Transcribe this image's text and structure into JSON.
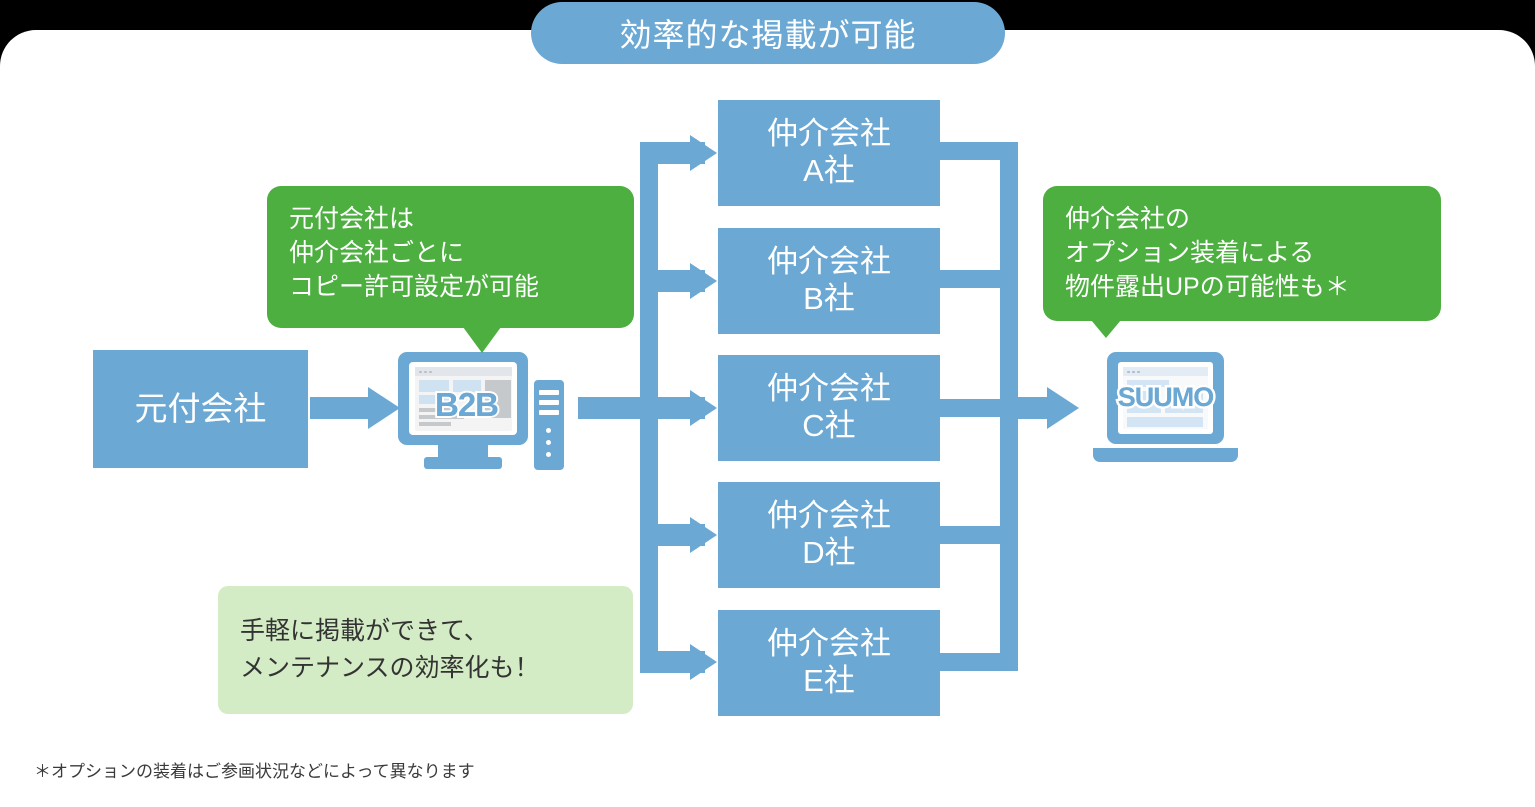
{
  "colors": {
    "blue": "#6ba8d4",
    "green": "#4caf3f",
    "light_green": "#d4ecc5",
    "white": "#ffffff",
    "canvas_background": "#ffffff",
    "page_background": "#000000",
    "footnote_text": "#3a3a3a"
  },
  "title_banner": {
    "label": "効率的な掲載が可能"
  },
  "source": {
    "label": "元付会社"
  },
  "b2b_device": {
    "icon": "desktop-computer-icon",
    "screen_label": "B2B"
  },
  "destination_device": {
    "icon": "laptop-computer-icon",
    "screen_label": "SUUMO"
  },
  "agencies": [
    {
      "line1": "仲介会社",
      "line2": "A社"
    },
    {
      "line1": "仲介会社",
      "line2": "B社"
    },
    {
      "line1": "仲介会社",
      "line2": "C社"
    },
    {
      "line1": "仲介会社",
      "line2": "D社"
    },
    {
      "line1": "仲介会社",
      "line2": "E社"
    }
  ],
  "callout_left": {
    "line1": "元付会社は",
    "line2": "仲介会社ごとに",
    "line3": "コピー許可設定が可能"
  },
  "callout_right": {
    "line1": "仲介会社の",
    "line2": "オプション装着による",
    "line3": "物件露出UPの可能性も＊"
  },
  "note_box": {
    "line1": "手軽に掲載ができて、",
    "line2": "メンテナンスの効率化も！"
  },
  "footnote": {
    "text": "＊オプションの装着はご参画状況などによって異なります"
  }
}
